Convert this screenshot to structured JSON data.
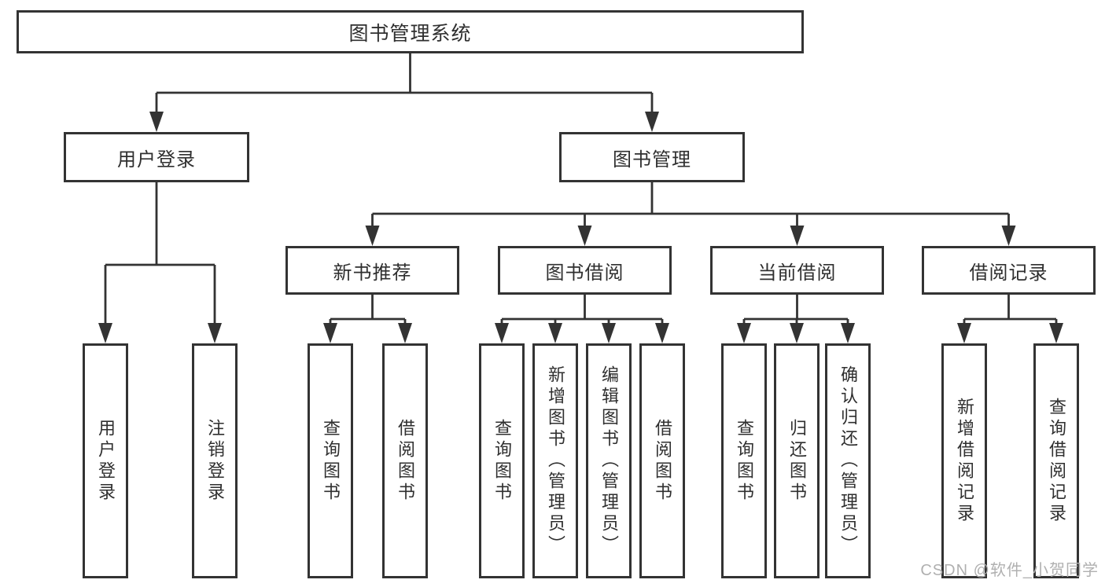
{
  "colors": {
    "line": "#333333",
    "text": "#2f2f2f",
    "watermark": "#b0b0b0",
    "background": "#ffffff"
  },
  "watermark": {
    "text": "CSDN @软件_小贺同学"
  },
  "tree": {
    "root": {
      "label": "图书管理系统"
    },
    "branches": [
      {
        "label": "用户登录",
        "children": [
          {
            "label": "用户登录"
          },
          {
            "label": "注销登录"
          }
        ]
      },
      {
        "label": "图书管理",
        "children": [
          {
            "label": "新书推荐",
            "children": [
              {
                "label": "查询图书"
              },
              {
                "label": "借阅图书"
              }
            ]
          },
          {
            "label": "图书借阅",
            "children": [
              {
                "label": "查询图书"
              },
              {
                "label": "新增图书（管理员）"
              },
              {
                "label": "编辑图书（管理员）"
              },
              {
                "label": "借阅图书"
              }
            ]
          },
          {
            "label": "当前借阅",
            "children": [
              {
                "label": "查询图书"
              },
              {
                "label": "归还图书"
              },
              {
                "label": "确认归还（管理员）"
              }
            ]
          },
          {
            "label": "借阅记录",
            "children": [
              {
                "label": "新增借阅记录"
              },
              {
                "label": "查询借阅记录"
              }
            ]
          }
        ]
      }
    ]
  }
}
